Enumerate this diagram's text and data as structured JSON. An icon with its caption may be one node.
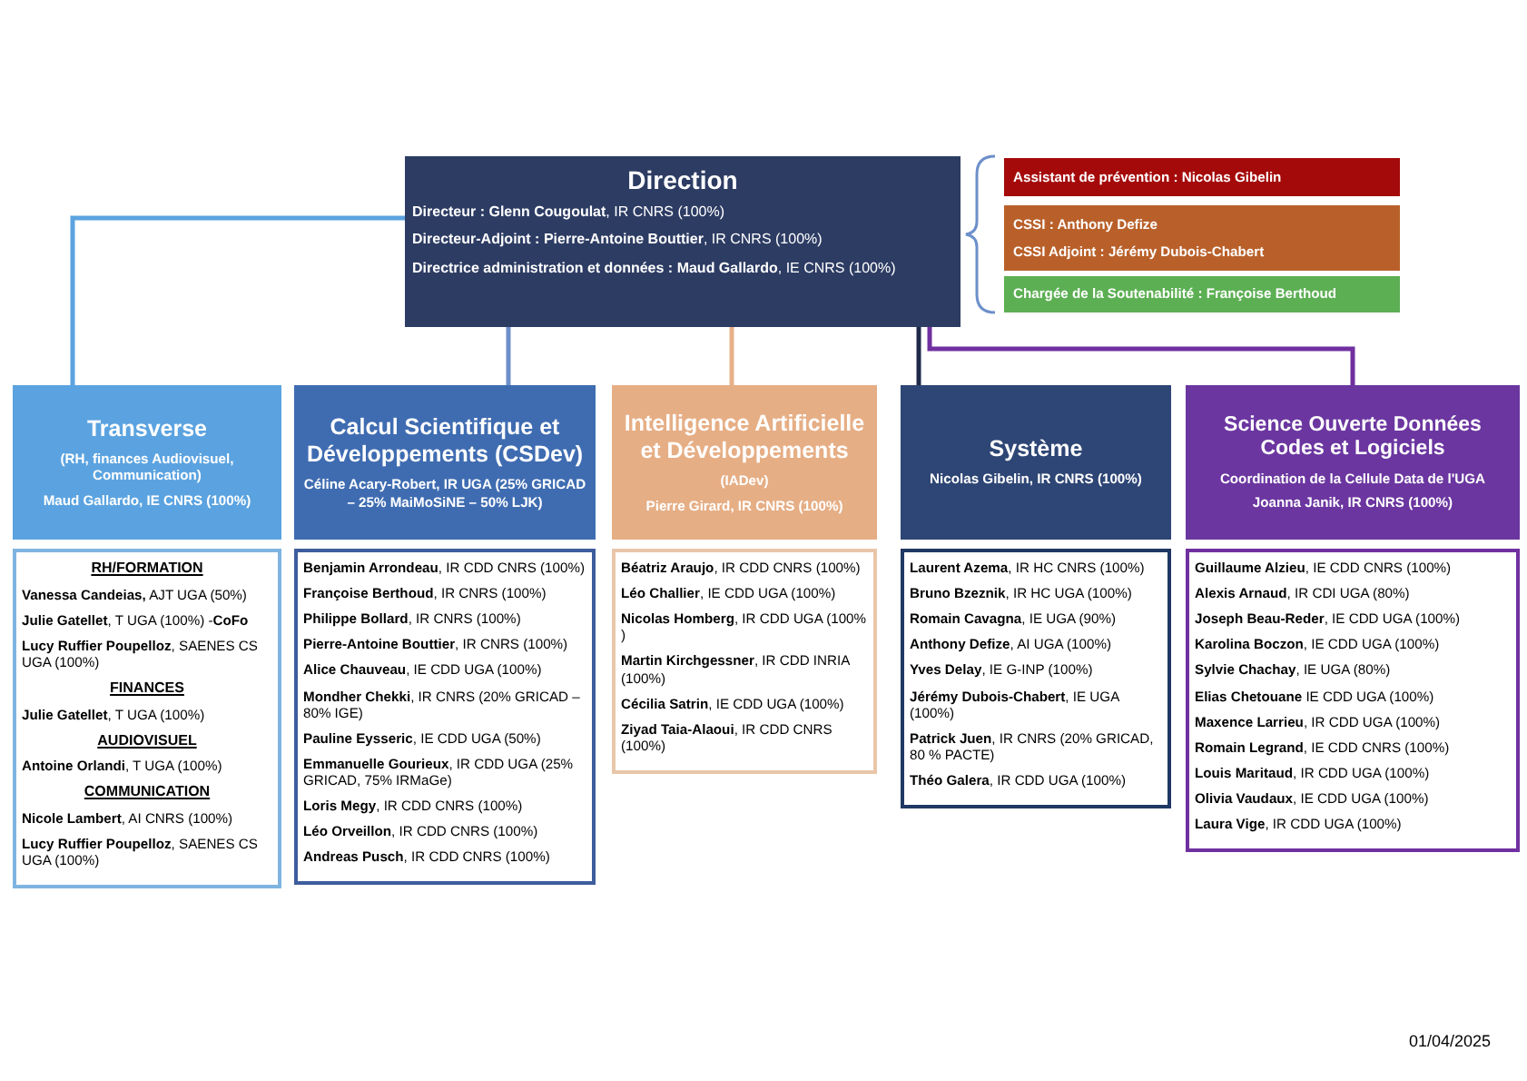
{
  "diagram": {
    "nodes": [
      {
        "text": [
          "Direction",
          "**Directeur : Glenn Cougoulat**, IR CNRS (100%)",
          "**Directeur-Adjoint : Pierre-Antoine Bouttier**, IR CNRS (100%)",
          "**Directrice administration et données : Maud Gallardo**, IE CNRS (100%)"
        ]
      },
      {
        "text": [
          "Assistant de prévention : Nicolas Gibelin"
        ]
      },
      {
        "text": [
          "CSSI : Anthony Defize",
          "CSSI Adjoint : Jérémy Dubois-Chabert"
        ]
      },
      {
        "text": [
          "Chargée de la Soutenabilité : Françoise Berthoud"
        ]
      },
      {
        "text": [
          "Transverse",
          "(RH, finances Audiovisuel, Communication)",
          "Maud Gallardo, IE CNRS (100%)"
        ]
      },
      {
        "text": [
          "Calcul Scientifique et Développements (CSDev)",
          "Céline Acary-Robert, IR UGA (25% GRICAD – 25% MaiMoSiNE – 50% LJK)"
        ]
      },
      {
        "text": [
          "Intelligence Artificielle et Développements",
          "(IADev)",
          "Pierre Girard, IR CNRS (100%)"
        ]
      },
      {
        "text": [
          "Système",
          "Nicolas Gibelin, IR CNRS (100%)"
        ]
      },
      {
        "text": [
          "Science Ouverte Données Codes et Logiciels",
          "Coordination de la Cellule Data de l'UGA",
          "Joanna Janik, IR CNRS (100%)"
        ]
      },
      {
        "text": [
          "RH/FORMATION",
          "**Vanessa Candeias,** AJT UGA (50%)",
          "**Julie Gatellet**, T UGA (100%) -**CoFo**",
          "**Lucy Ruffier Poupelloz**, SAENES CS UGA (100%)",
          "FINANCES",
          "**Julie Gatellet**, T UGA (100%)",
          "AUDIOVISUEL",
          "**Antoine Orlandi**, T  UGA (100%)",
          "COMMUNICATION",
          "**Nicole Lambert**, AI CNRS  (100%)",
          "**Lucy Ruffier Poupelloz**, SAENES CS UGA (100%)"
        ]
      },
      {
        "text": [
          "**Benjamin Arrondeau**, IR CDD CNRS (100%)",
          "**Françoise Berthoud**, IR CNRS (100%)",
          "**Philippe Bollard**, IR CNRS (100%)",
          "**Pierre-Antoine Bouttier**, IR CNRS (100%)",
          "**Alice Chauveau**, IE CDD UGA (100%)",
          "**Mondher Chekki**, IR CNRS (20% GRICAD – 80% IGE)",
          "**Pauline Eysseric**, IE CDD UGA (50%)",
          "**Emmanuelle Gourieux**, IR CDD UGA (25% GRICAD, 75% IRMaGe)",
          "**Loris Megy**, IR CDD CNRS (100%)",
          "**Léo Orveillon**, IR CDD CNRS (100%)",
          "**Andreas Pusch**, IR CDD CNRS (100%)"
        ]
      },
      {
        "text": [
          "**Béatriz Araujo**,  IR CDD CNRS (100%)",
          "**Léo Challier**, IE CDD UGA (100%)",
          "**Nicolas Homberg**, IR CDD UGA (100% )",
          "**Martin Kirchgessner**, IR CDD INRIA (100%)",
          "**Cécilia Satrin**, IE CDD UGA (100%)",
          "**Ziyad Taia-Alaoui**, IR CDD CNRS (100%)"
        ]
      },
      {
        "text": [
          "**Laurent Azema**,  IR HC CNRS (100%)",
          "**Bruno Bzeznik**, IR HC UGA (100%)",
          "**Romain Cavagna**, IE UGA (90%)",
          "**Anthony Defize**, AI UGA (100%)",
          "**Yves Delay**, IE G-INP (100%)",
          "**Jérémy Dubois-Chabert**, IE UGA (100%)",
          "**Patrick Juen**, IR CNRS (20% GRICAD, 80 % PACTE)",
          "**Théo Galera**, IR CDD UGA (100%)"
        ]
      },
      {
        "text": [
          "**Guillaume Alzieu**, IE CDD CNRS (100%)",
          "**Alexis Arnaud**, IR CDI UGA (80%)",
          "**Joseph Beau-Reder**, IE CDD UGA (100%)",
          "**Karolina Boczon**, IE CDD UGA (100%)",
          "**Sylvie Chachay**, IE UGA  (80%)",
          "**Elias Chetouane** IE CDD UGA (100%)",
          "**Maxence Larrieu**, IR CDD UGA (100%)",
          "**Romain Legrand**, IE CDD CNRS (100%)",
          "**Louis Maritaud**, IR CDD UGA (100%)",
          "**Olivia Vaudaux**, IE CDD UGA (100%)",
          "**Laura Vige**, IR CDD UGA (100%)"
        ]
      }
    ],
    "edges": [
      {
        "from": 0,
        "to": 4,
        "arrow": "none",
        "color": "#5ba3e0"
      },
      {
        "from": 0,
        "to": 5,
        "arrow": "none",
        "color": "#6d8fca"
      },
      {
        "from": 0,
        "to": 6,
        "arrow": "none",
        "color": "#e8b088"
      },
      {
        "from": 0,
        "to": 7,
        "arrow": "none",
        "color": "#1f2a4a"
      },
      {
        "from": 0,
        "to": 8,
        "arrow": "none",
        "color": "#7030a0"
      }
    ],
    "labels": [
      "01/04/2025"
    ]
  }
}
